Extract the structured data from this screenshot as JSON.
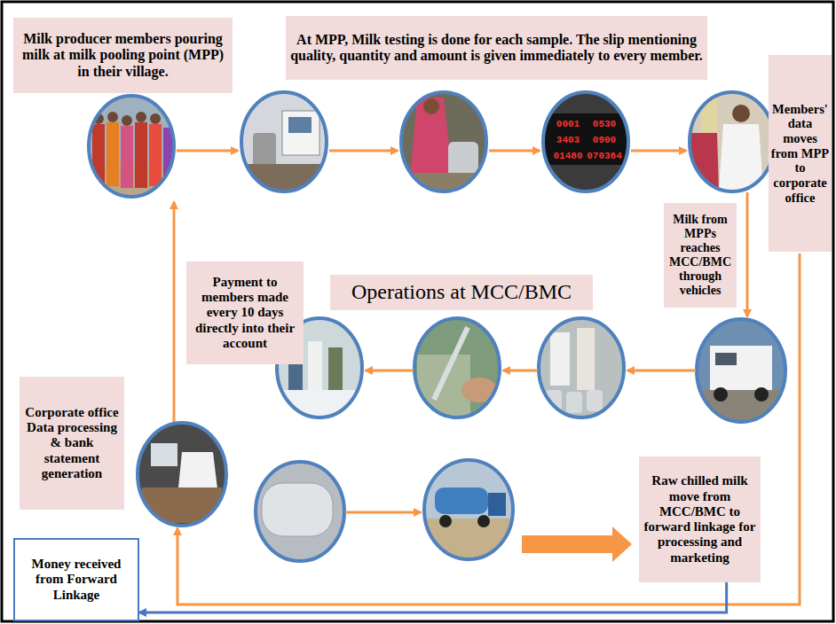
{
  "diagram": {
    "nodes": [
      {
        "text": [
          "Milk producer members pouring milk at milk pooling point (MPP) in their village."
        ]
      },
      {
        "text": [
          "At MPP, Milk testing is done for each sample. The slip mentioning quality, quantity and amount is given immediately to every member."
        ]
      },
      {
        "text": [
          "Members' data moves from MPP to corporate office"
        ]
      },
      {
        "text": [
          "Milk from MPPs reaches MCC/BMC through vehicles"
        ]
      },
      {
        "text": [
          "Operations at MCC/BMC"
        ]
      },
      {
        "text": [
          "Payment to members made every 10 days directly into their account"
        ]
      },
      {
        "text": [
          "Corporate office Data processing & bank statement generation"
        ]
      },
      {
        "text": [
          "Raw chilled milk move from MCC/BMC to forward linkage for processing and marketing"
        ]
      },
      {
        "text": [
          "Money received from Forward Linkage"
        ]
      }
    ],
    "edges": [
      {
        "from": 7,
        "to": 8,
        "arrow": "to"
      }
    ],
    "labels": [
      "0001",
      "0530",
      "3403",
      "0900",
      "01480",
      "070364"
    ]
  }
}
